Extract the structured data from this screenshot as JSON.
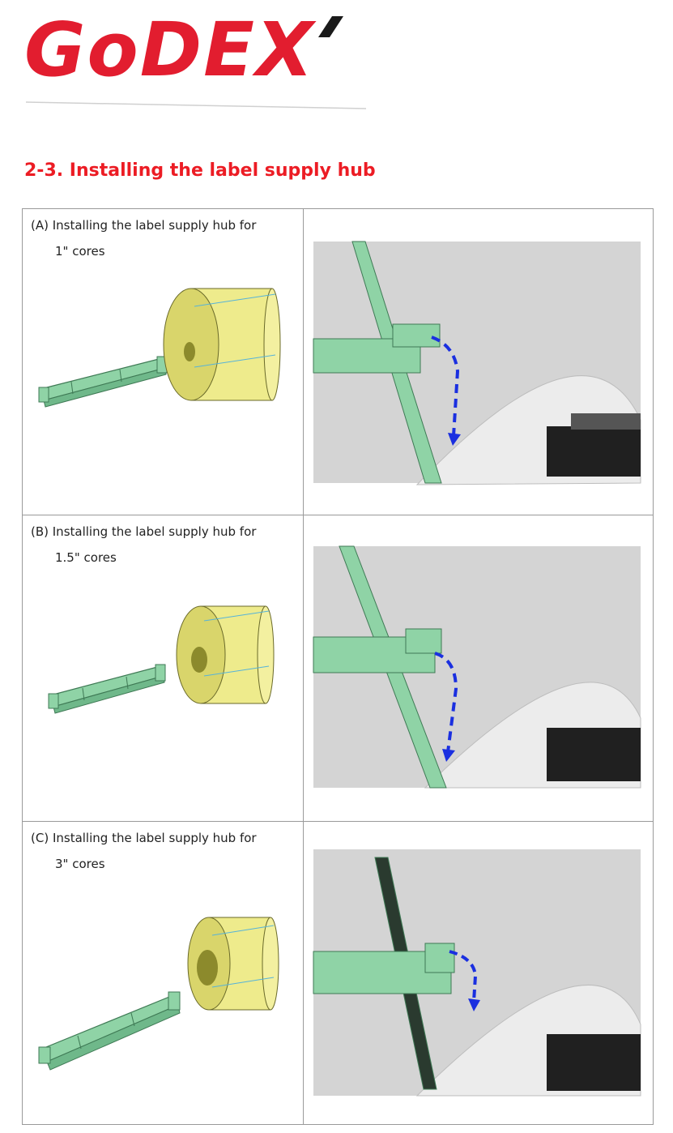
{
  "brand": {
    "logo_text": "GoDEX",
    "color": "#e21d2f"
  },
  "heading": "2-3. Installing the label supply hub",
  "steps": [
    {
      "caption_line1": "(A) Installing the label supply hub for",
      "caption_line2": "1\" cores"
    },
    {
      "caption_line1": "(B)  Installing the label supply hub for",
      "caption_line2": "1.5\" cores"
    },
    {
      "caption_line1": "(C) Installing the label supply hub for",
      "caption_line2": "3\" cores"
    }
  ],
  "colors": {
    "hub_green": "#8fd3a6",
    "roll_yellow": "#eeeb8c",
    "arrow_blue": "#1a2fe0",
    "heading_red": "#ec1c24"
  }
}
